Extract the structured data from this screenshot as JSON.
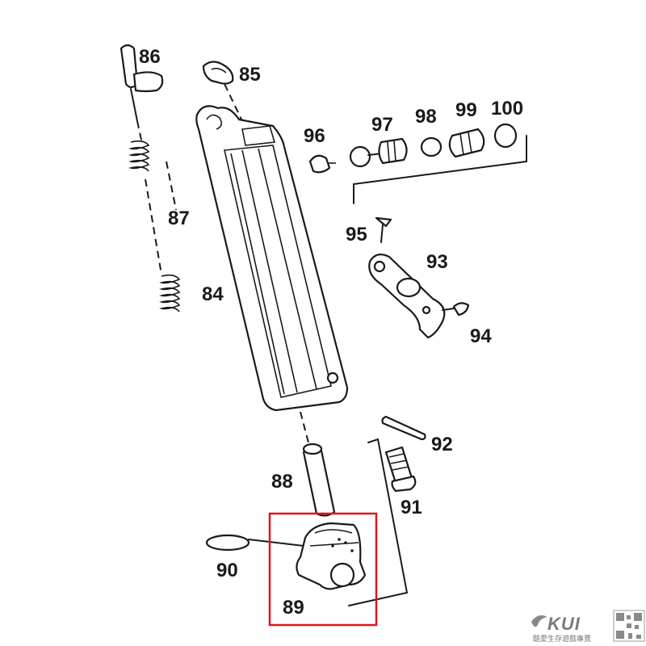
{
  "parts": [
    {
      "id": "84",
      "label": "84"
    },
    {
      "id": "85",
      "label": "85"
    },
    {
      "id": "86",
      "label": "86"
    },
    {
      "id": "87",
      "label": "87"
    },
    {
      "id": "88",
      "label": "88"
    },
    {
      "id": "89",
      "label": "89"
    },
    {
      "id": "90",
      "label": "90"
    },
    {
      "id": "91",
      "label": "91"
    },
    {
      "id": "92",
      "label": "92"
    },
    {
      "id": "93",
      "label": "93"
    },
    {
      "id": "94",
      "label": "94"
    },
    {
      "id": "95",
      "label": "95"
    },
    {
      "id": "96",
      "label": "96"
    },
    {
      "id": "97",
      "label": "97"
    },
    {
      "id": "98",
      "label": "98"
    },
    {
      "id": "99",
      "label": "99"
    },
    {
      "id": "100",
      "label": "100"
    }
  ],
  "highlight": {
    "target_part": "89",
    "color": "#e0141e"
  },
  "logo": {
    "brand": "KUI",
    "tagline": "酷愛生存遊戲專賣"
  }
}
